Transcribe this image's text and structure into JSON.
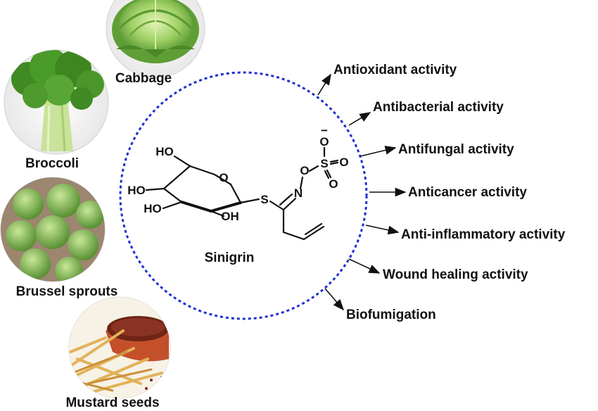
{
  "compound": {
    "name": "Sinigrin",
    "atoms": {
      "ho_1": "HO",
      "ho_2": "HO",
      "ho_3": "HO",
      "oh": "OH",
      "ring_o": "O",
      "s_thio": "S",
      "n_oxime": "N",
      "o_oxime": "O",
      "s_sulfo": "S",
      "o_top": "O",
      "o_right": "O",
      "o_bottom": "O",
      "minus": "−"
    }
  },
  "sources": [
    {
      "id": "cabbage",
      "label": "Cabbage"
    },
    {
      "id": "broccoli",
      "label": "Broccoli"
    },
    {
      "id": "brussel-sprouts",
      "label": "Brussel sprouts"
    },
    {
      "id": "mustard-seeds",
      "label": "Mustard seeds"
    }
  ],
  "activities": [
    "Antioxidant activity",
    "Antibacterial activity",
    "Antifungal activity",
    "Anticancer activity",
    "Anti-inflammatory activity",
    "Wound healing activity",
    "Biofumigation"
  ],
  "colors": {
    "circle": "#1f2fd0",
    "cabbage": "#8ec85a",
    "broccoli": "#4f9a2a",
    "sprouts": "#6fa844",
    "mustard": "#e2b25a",
    "seeds": "#7a2a1c"
  }
}
